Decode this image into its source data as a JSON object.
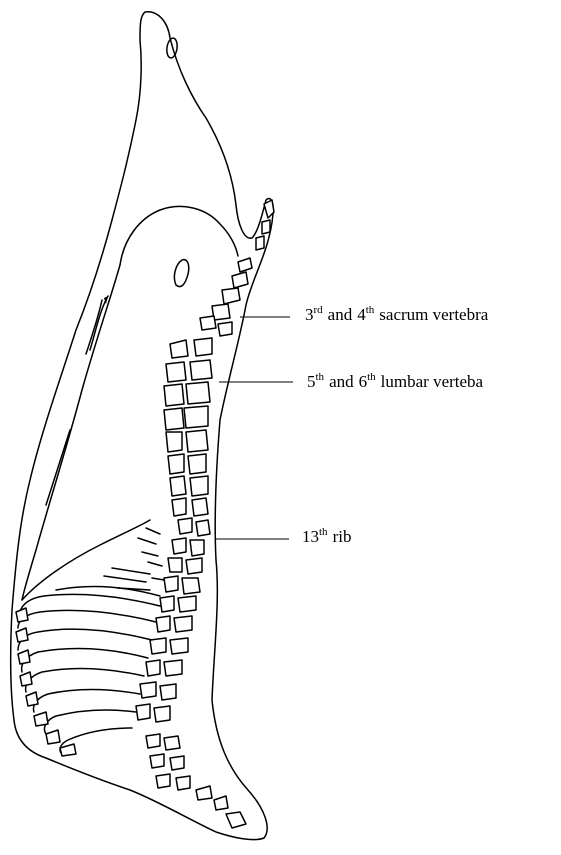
{
  "labels": {
    "sacrum": {
      "n1": "3",
      "s1": "rd",
      "mid": "and",
      "n2": "4",
      "s2": "th",
      "text": "sacrum vertebra"
    },
    "lumbar": {
      "n1": "5",
      "s1": "th",
      "mid": "and",
      "n2": "6",
      "s2": "th",
      "text": "lumbar verteba"
    },
    "rib": {
      "n1": "13",
      "s1": "th",
      "text": "rib"
    }
  }
}
